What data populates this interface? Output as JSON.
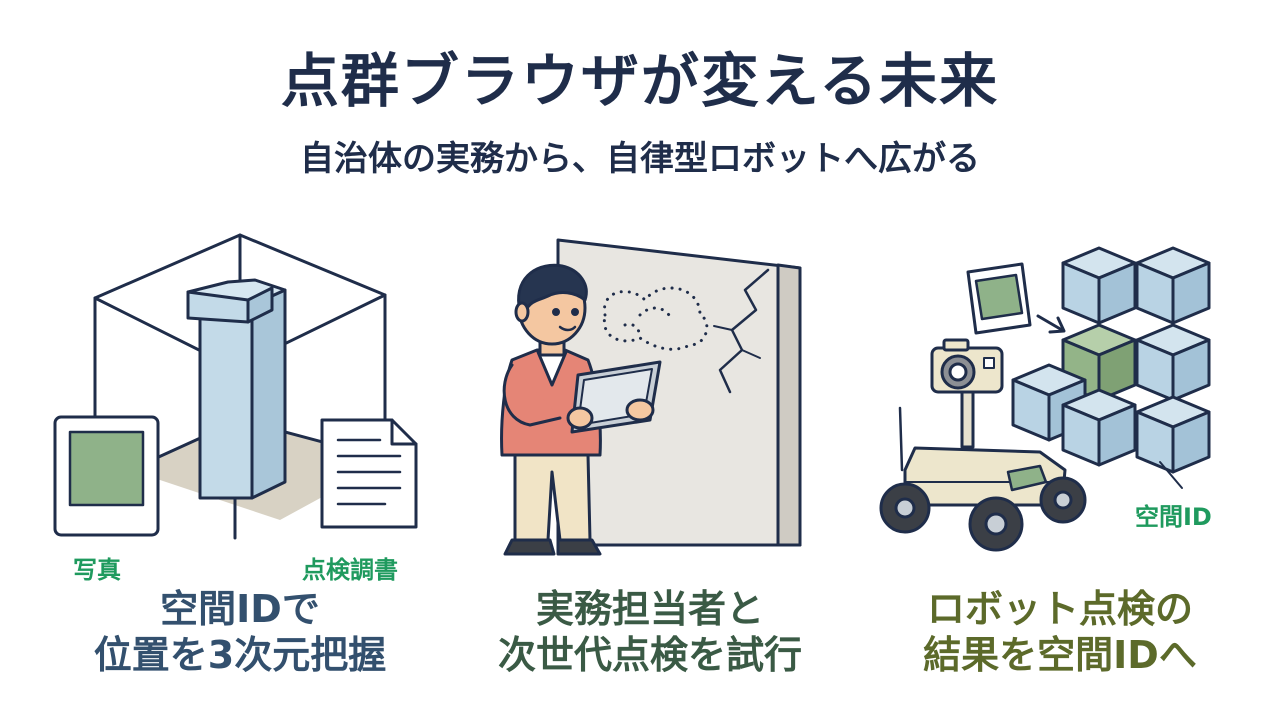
{
  "header": {
    "title": "点群ブラウザが変える未来",
    "subtitle": "自治体の実務から、自律型ロボットへ広がる"
  },
  "panels": [
    {
      "caption_line1": "空間IDで",
      "caption_line2": "位置を3次元把握",
      "caption_color": "#33506e",
      "labels": {
        "photo": "写真",
        "report": "点検調書"
      }
    },
    {
      "caption_line1": "実務担当者と",
      "caption_line2": "次世代点検を試行",
      "caption_color": "#3a5a45"
    },
    {
      "caption_line1": "ロボット点検の",
      "caption_line2": "結果を空間IDへ",
      "caption_color": "#5c6a2a",
      "labels": {
        "space_id": "空間ID"
      }
    }
  ],
  "colors": {
    "outline": "#1f2d4a",
    "pillar_blue": "#c3dae8",
    "cube_blue": "#b9d3e4",
    "cube_green": "#93b488",
    "photo_green": "#8fb289",
    "shirt_coral": "#e58576",
    "wall_grey": "#e8e6e1"
  },
  "icons": [
    "bounding-box-icon",
    "pillar-icon",
    "photo-icon",
    "document-icon",
    "inspector-person-icon",
    "tablet-icon",
    "cracked-wall-icon",
    "robot-rover-icon",
    "camera-icon",
    "voxel-cubes-icon",
    "arrow-icon"
  ]
}
